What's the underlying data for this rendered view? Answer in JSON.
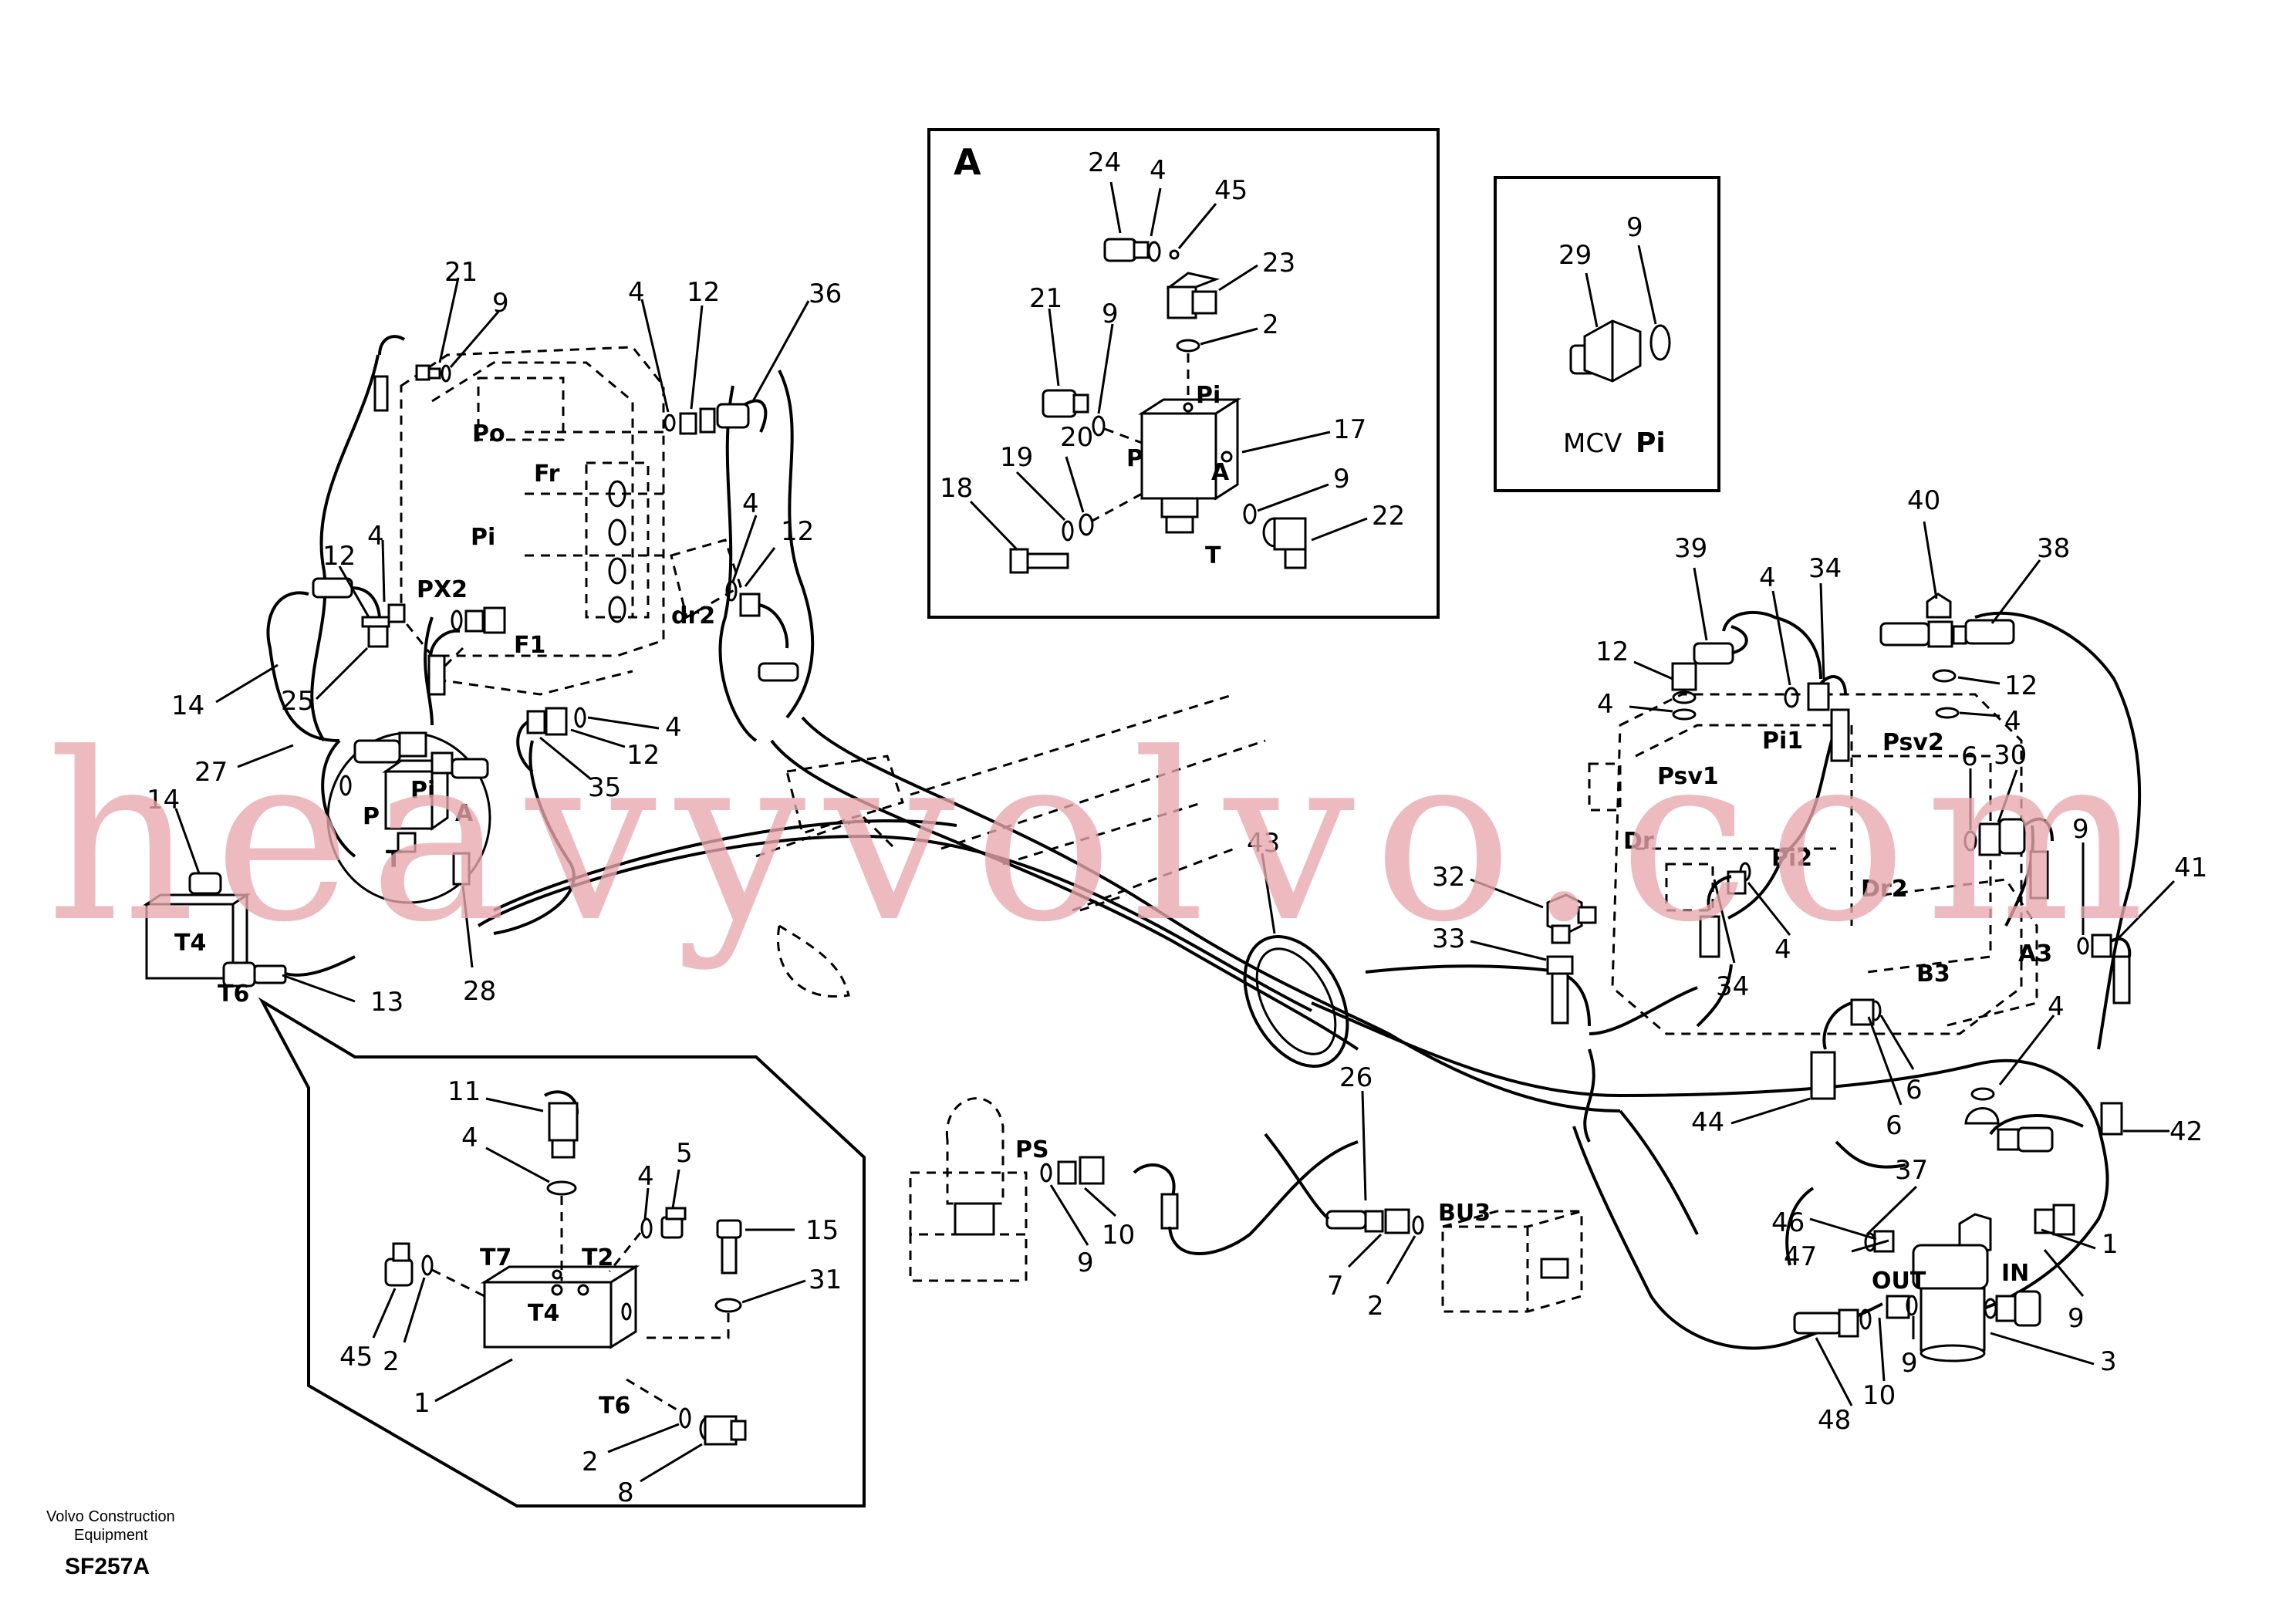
{
  "footer": {
    "company_line1": "Volvo Construction",
    "company_line2": "Equipment",
    "drawing_code": "SF257A"
  },
  "watermark": "heavyvolvo.com",
  "inset_a": {
    "title": "A",
    "ports": {
      "pi": "Pi",
      "p": "P",
      "a": "A",
      "t": "T"
    },
    "callouts": [
      "24",
      "4",
      "45",
      "23",
      "2",
      "21",
      "9",
      "17",
      "20",
      "19",
      "18",
      "9",
      "22"
    ]
  },
  "inset_mcv": {
    "label_prefix": "MCV",
    "label_port": "Pi",
    "callouts": [
      "29",
      "9"
    ]
  },
  "inset_block": {
    "ports": {
      "t7": "T7",
      "t2": "T2",
      "t4": "T4",
      "t6": "T6"
    },
    "callouts": [
      "11",
      "4",
      "5",
      "4",
      "15",
      "31",
      "45",
      "2",
      "1",
      "2",
      "8"
    ]
  },
  "main_ports": {
    "po": "Po",
    "fr": "Fr",
    "pi": "Pi",
    "px2": "PX2",
    "f1": "F1",
    "dr2": "dr2",
    "pi_small": "Pi",
    "p": "P",
    "a": "A",
    "t": "T",
    "t4": "T4",
    "t6": "T6",
    "psv1": "Psv1",
    "pi1": "Pi1",
    "psv2": "Psv2",
    "dr": "Dr",
    "pi2": "Pi2",
    "dr2_right": "Dr2",
    "a3": "A3",
    "b3": "B3",
    "ps": "PS",
    "bu3": "BU3",
    "out": "OUT",
    "in": "IN"
  },
  "main_callouts_left": [
    "21",
    "9",
    "4",
    "12",
    "36",
    "12",
    "4",
    "4",
    "12",
    "14",
    "25",
    "27",
    "4",
    "12",
    "35",
    "14",
    "13",
    "28"
  ],
  "main_callouts_right": [
    "39",
    "4",
    "34",
    "40",
    "38",
    "12",
    "12",
    "4",
    "4",
    "6",
    "30",
    "9",
    "41",
    "32",
    "33",
    "34",
    "4",
    "4",
    "6",
    "6",
    "44",
    "42",
    "37",
    "46",
    "47",
    "1",
    "9",
    "3",
    "9",
    "10",
    "48"
  ],
  "main_callouts_center": [
    "43",
    "26",
    "10",
    "9",
    "7",
    "2"
  ]
}
